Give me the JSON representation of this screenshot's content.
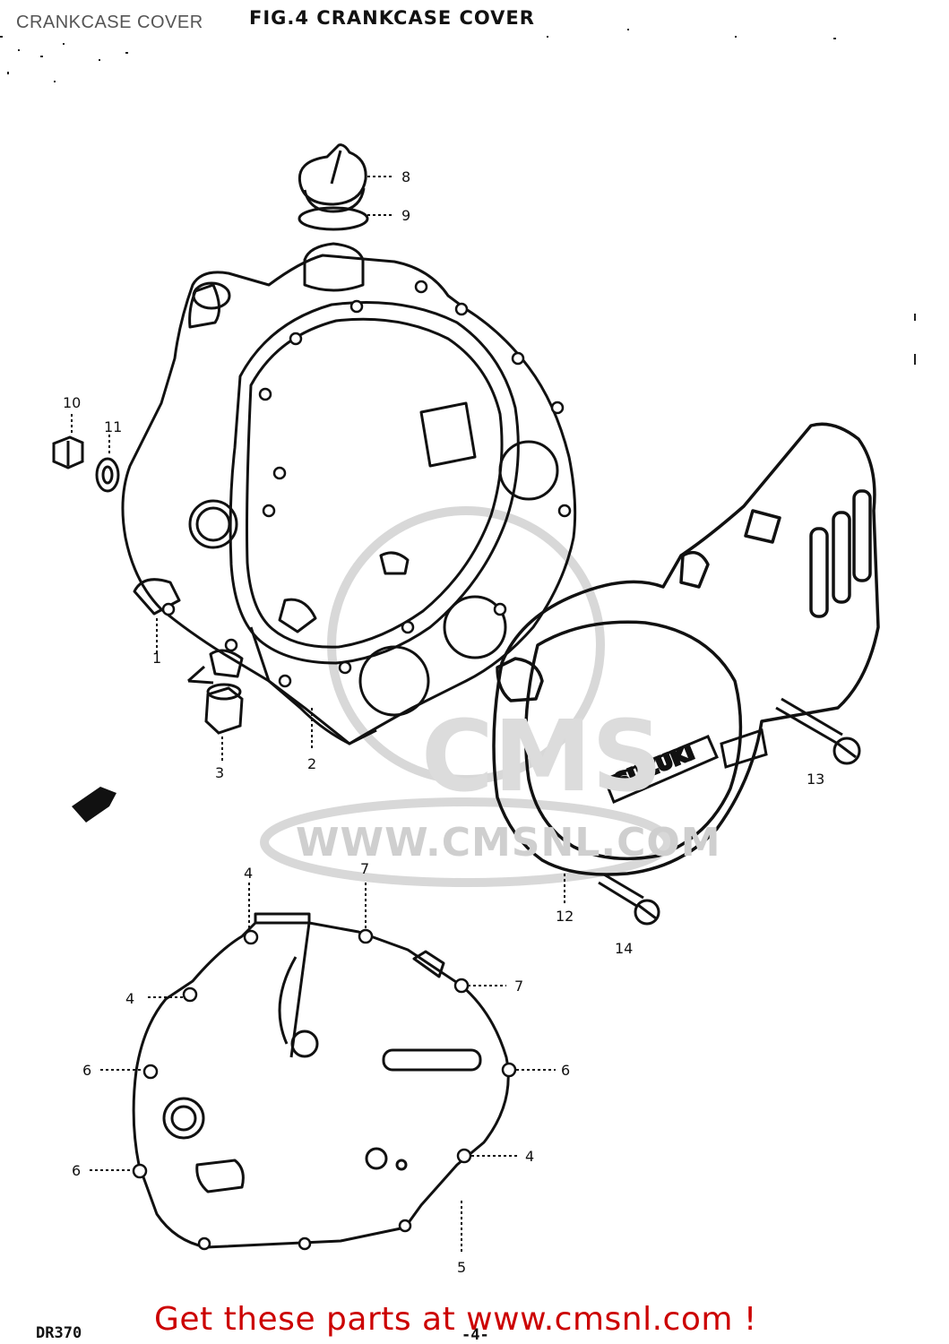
{
  "header": {
    "overlay_title": "CRANKCASE COVER",
    "figure_title": "FIG.4  CRANKCASE COVER"
  },
  "watermark": {
    "brand": "CMS",
    "url": "WWW.CMSNL.COM"
  },
  "callouts": [
    {
      "id": "8",
      "label": "8"
    },
    {
      "id": "9",
      "label": "9"
    },
    {
      "id": "10",
      "label": "10"
    },
    {
      "id": "11",
      "label": "11"
    },
    {
      "id": "1",
      "label": "1"
    },
    {
      "id": "2",
      "label": "2"
    },
    {
      "id": "3",
      "label": "3"
    },
    {
      "id": "12",
      "label": "12"
    },
    {
      "id": "13",
      "label": "13"
    },
    {
      "id": "14",
      "label": "14"
    },
    {
      "id": "4a",
      "label": "4"
    },
    {
      "id": "7a",
      "label": "7"
    },
    {
      "id": "4b",
      "label": "4"
    },
    {
      "id": "7b",
      "label": "7"
    },
    {
      "id": "6a",
      "label": "6"
    },
    {
      "id": "6b",
      "label": "6"
    },
    {
      "id": "6c",
      "label": "6"
    },
    {
      "id": "4c",
      "label": "4"
    },
    {
      "id": "5",
      "label": "5"
    }
  ],
  "cover_logo": "SUZUKI",
  "footer": {
    "model_code": "DR370",
    "page_number": "-4-",
    "promo": "Get these parts at www.cmsnl.com !"
  },
  "colors": {
    "ink": "#111111",
    "promo_red": "#cc0000",
    "watermark_gray": "#d6d6d6"
  }
}
